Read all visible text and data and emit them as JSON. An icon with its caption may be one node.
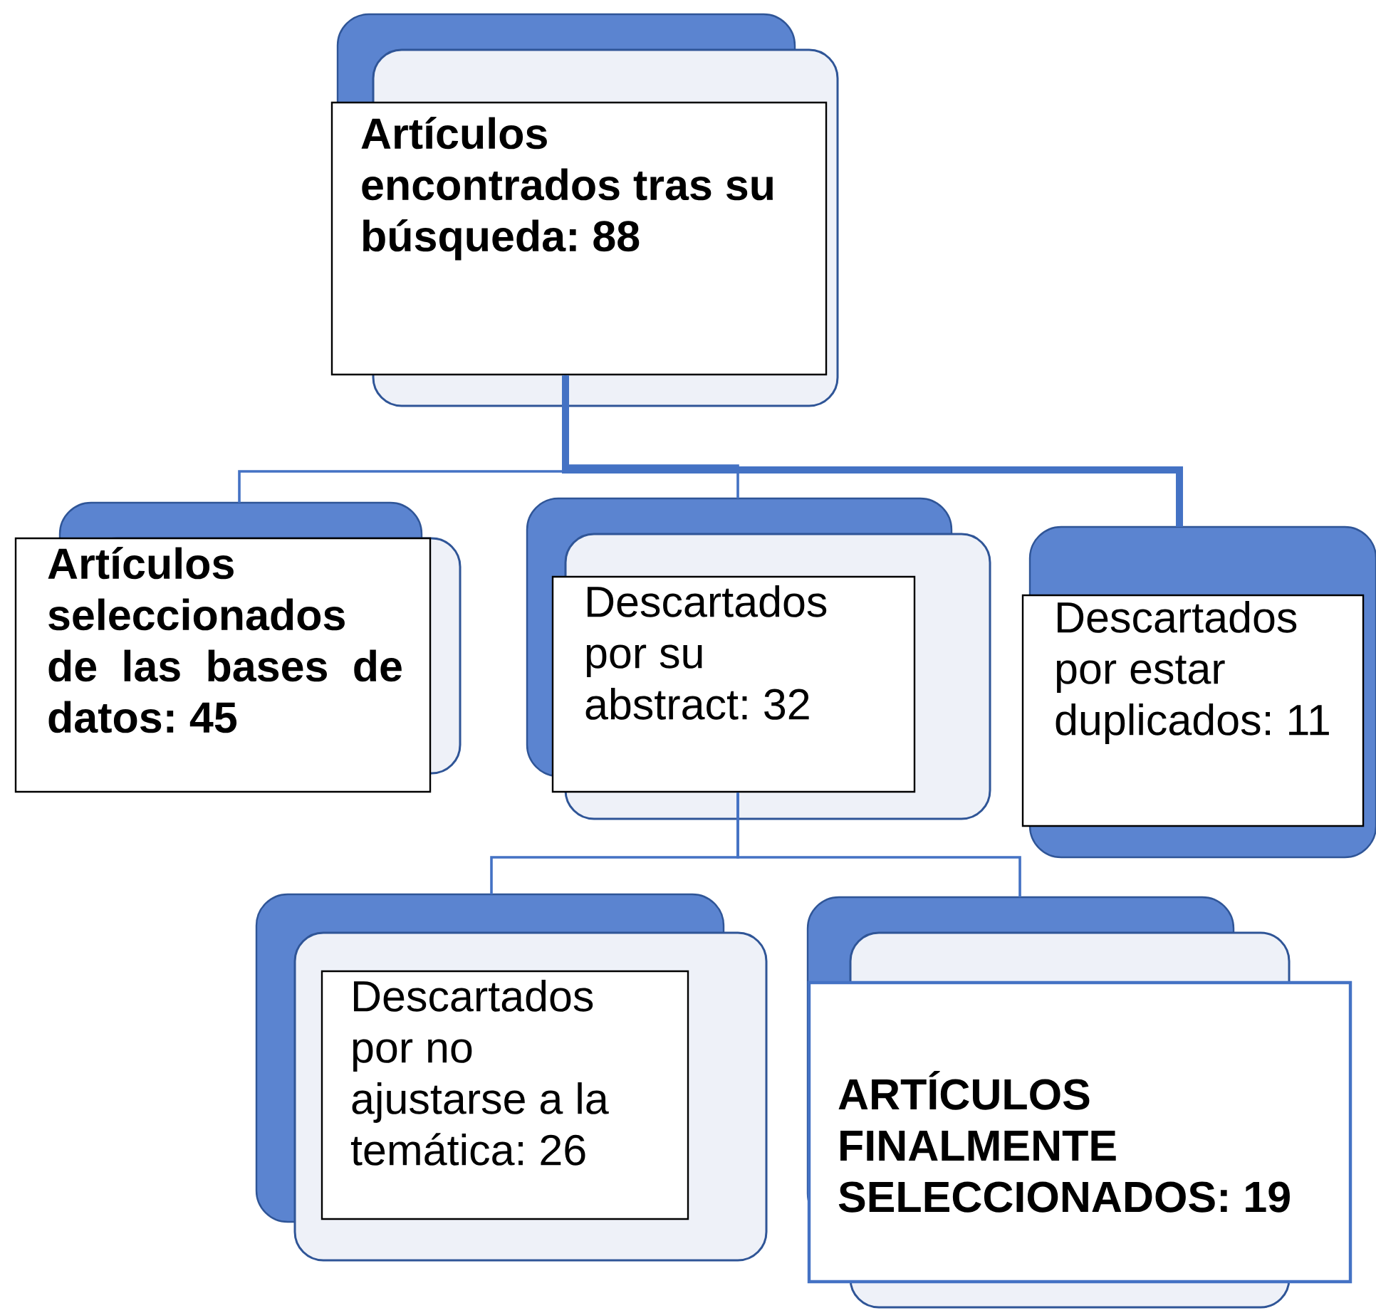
{
  "diagram": {
    "nodes": [
      {
        "text": [
          "Artículos encontrados tras su búsqueda: 88"
        ]
      },
      {
        "text": [
          "Artículos seleccionados de las bases de datos: 45"
        ]
      },
      {
        "text": [
          "Descartados por su abstract: 32"
        ]
      },
      {
        "text": [
          "Descartados por estar duplicados: 11"
        ]
      },
      {
        "text": [
          "Descartados por no ajustarse a la temática: 26"
        ]
      },
      {
        "text": [
          "ARTÍCULOS FINALMENTE SELECCIONADOS: 19"
        ]
      }
    ],
    "edges": [
      {
        "from": 0,
        "to": 1,
        "arrow": "none"
      },
      {
        "from": 0,
        "to": 2,
        "arrow": "none"
      },
      {
        "from": 0,
        "to": 3,
        "arrow": "none",
        "style": "thick"
      },
      {
        "from": 2,
        "to": 4,
        "arrow": "none"
      },
      {
        "from": 2,
        "to": 5,
        "arrow": "none"
      }
    ]
  }
}
